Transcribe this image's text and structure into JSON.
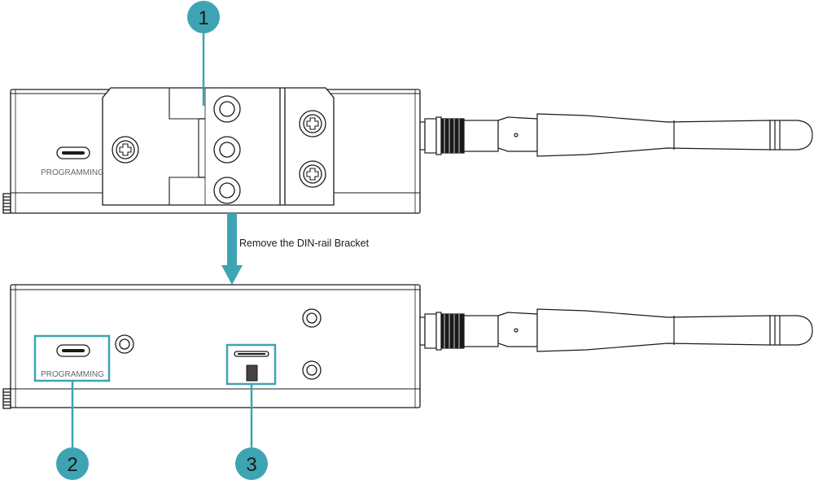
{
  "colors": {
    "callout": "#3ea4b3",
    "line": "#1a1a1a",
    "stroke_light": "#555555",
    "label": "#666666",
    "callout_text": "#1a1a1a",
    "background": "#ffffff"
  },
  "callouts": [
    {
      "number": "1",
      "target": "din-rail-bracket"
    },
    {
      "number": "2",
      "target": "programming-port"
    },
    {
      "number": "3",
      "target": "micro-sd-slot"
    }
  ],
  "labels": {
    "programming_top": "PROGRAMMING",
    "programming_bottom": "PROGRAMMING",
    "arrow_caption": "Remove the DIN-rail Bracket"
  },
  "icons": {
    "arrow": "arrow-down-icon",
    "usb_c": "usb-c-port-icon",
    "screw": "phillips-screw-icon",
    "antenna": "antenna-icon"
  }
}
